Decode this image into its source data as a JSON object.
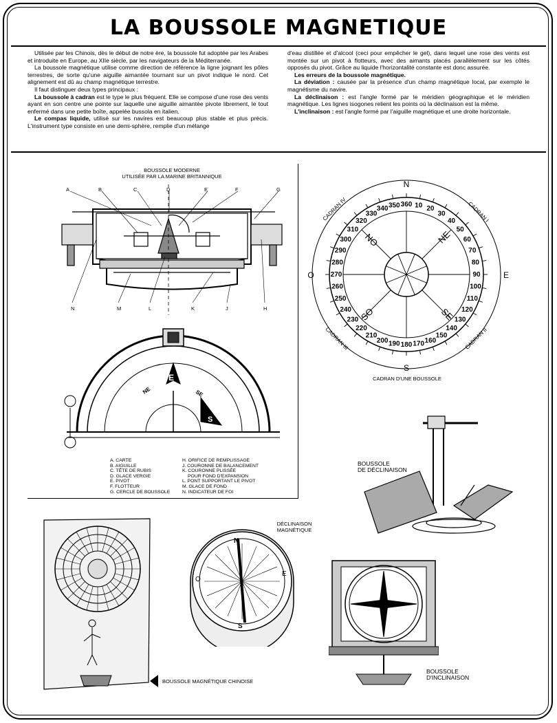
{
  "title": "LA BOUSSOLE MAGNETIQUE",
  "intro_left": [
    "Utilisée par les Chinois, dès le début de notre ère, la boussole fut adoptée par les Arabes et introduite en Europe, au XIIe siècle, par les navigateurs de la Méditerranée.",
    "La boussole magnétique utilise comme direction de référence la ligne joignant les pôles terrestres, de sorte qu'une aiguille aimantée tournant sur un pivot indique le nord. Cet alignement est dû au champ magnétique terrestre.",
    "Il faut distinguer deux types principaux :"
  ],
  "cadran_term": "La boussole à cadran",
  "cadran_text": "est le type le plus fréquent. Elle se compose d'une rose des vents ayant en son centre une pointe sur laquelle une aiguille aimantée pivote librement, le tout enfermé dans une petite boîte, appelée bussola en italien.",
  "liquide_term": "Le compas liquide,",
  "liquide_text": "utilisé sur les navires est beaucoup plus stable et plus précis. L'instrument type consiste en une demi-sphère, remplie d'un mélange",
  "intro_right_first": "d'eau distillée et d'alcool (ceci pour empêcher le gel), dans lequel une rose des vents est montée sur un pivot à flotteurs, avec des aimants placés parallèlement sur les côtés opposés du pivot. Grâce au liquide l'horizontalité constante est donc assurée.",
  "errors_heading": "Les erreurs de la boussole magnétique.",
  "deviation_term": "La déviation :",
  "deviation_text": "causée par la présence d'un champ magnétique local, par exemple le magnétisme du navire.",
  "declinaison_term": "La déclinaison :",
  "declinaison_text": "est l'angle formé par le méridien géographique et le méridien magnétique. Les lignes isogones relient les points où la déclinaison est la même.",
  "inclinaison_term": "L'inclinaison :",
  "inclinaison_text": "est l'angle formé par l'aiguille magnétique et une droite horizontale.",
  "modern_caption_1": "BOUSSOLE MODERNE",
  "modern_caption_2": "UTILISÉE PAR LA MARINE BRITANNIQUE",
  "top_letters": [
    "A",
    "B",
    "C",
    "D",
    "E",
    "F",
    "G"
  ],
  "bottom_letters": [
    "N",
    "M",
    "L",
    "K",
    "J",
    "H"
  ],
  "legend_left": [
    "A. CARTE",
    "B. AIGUILLE",
    "C. TÊTE DE RUBIS",
    "D. GLACE VERGIE",
    "E. PIVOT",
    "F. FLOTTEUR",
    "G. CERCLE DE BOUSSOLE"
  ],
  "legend_right": [
    "H. ORIFICE DE REMPLISSAGE",
    "J. COURONNE DE BALANCEMENT",
    "K. COURONNE PLISSÉE",
    "POUR FOND D'EXPANSION",
    "L. PONT SUPPORTANT LE PIVOT",
    "M. GLACE DE FOND",
    "N. INDICATEUR DE FOI"
  ],
  "dial": {
    "N": "N",
    "S": "S",
    "E": "E",
    "O": "O",
    "NE": "NE",
    "SE": "SE",
    "SO": "SO",
    "NO": "NO",
    "cadran_1": "CADRAN I",
    "cadran_2": "CADRAN II",
    "cadran_3": "CADRAN III",
    "cadran_4": "CADRAN IV",
    "degrees": [
      "360",
      "10",
      "20",
      "30",
      "40",
      "50",
      "60",
      "70",
      "80",
      "90",
      "100",
      "110",
      "120",
      "130",
      "140",
      "150",
      "160",
      "170",
      "180",
      "190",
      "200",
      "210",
      "220",
      "230",
      "240",
      "250",
      "260",
      "270",
      "280",
      "290",
      "300",
      "310",
      "320",
      "330",
      "340",
      "350"
    ],
    "caption": "CADRAN D'UNE BOUSSOLE"
  },
  "declinaison_caption_1": "BOUSSOLE",
  "declinaison_caption_2": "DE DÉCLINAISON",
  "declinaison_mag_1": "DÉCLINAISON",
  "declinaison_mag_2": "MAGNÉTIQUE",
  "small_compass": {
    "N": "N",
    "S": "S",
    "E": "E",
    "O": "O"
  },
  "chinese_caption": "BOUSSOLE MAGNÉTIQUE CHINOISE",
  "inclinaison_caption_1": "BOUSSOLE",
  "inclinaison_caption_2": "D'INCLINAISON",
  "compass_half": {
    "E": "E",
    "NE": "NE",
    "SE": "SE",
    "S": "S"
  }
}
